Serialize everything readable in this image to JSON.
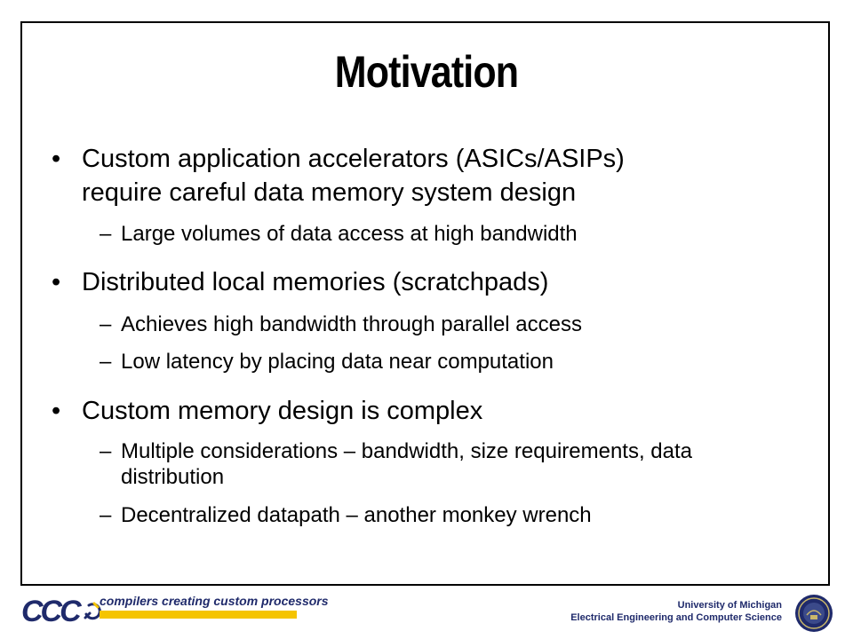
{
  "slide": {
    "title": "Motivation",
    "bullets": [
      {
        "text": "Custom application accelerators (ASICs/ASIPs) require careful data memory system design",
        "lines": [
          "Custom application accelerators (ASICs/ASIPs)",
          "require careful data memory system design"
        ],
        "subs": [
          "Large volumes of data access at high bandwidth"
        ]
      },
      {
        "text": "Distributed local memories (scratchpads)",
        "lines": [
          "Distributed local memories (scratchpads)"
        ],
        "subs": [
          "Achieves high bandwidth through parallel access",
          "Low latency by placing data near computation"
        ]
      },
      {
        "text": "Custom memory design is complex",
        "lines": [
          "Custom memory design is complex"
        ],
        "subs": [
          "Multiple considerations – bandwidth, size requirements, data distribution",
          "Decentralized datapath – another monkey wrench"
        ]
      }
    ],
    "bullet_glyph": "•",
    "dash_glyph": "–"
  },
  "footer": {
    "logo_text": "CCC",
    "tagline": "compilers creating custom processors",
    "affiliation_line1": "University of Michigan",
    "affiliation_line2": "Electrical Engineering and Computer Science",
    "colors": {
      "navy": "#1f2a6b",
      "gold": "#f5c400"
    }
  }
}
